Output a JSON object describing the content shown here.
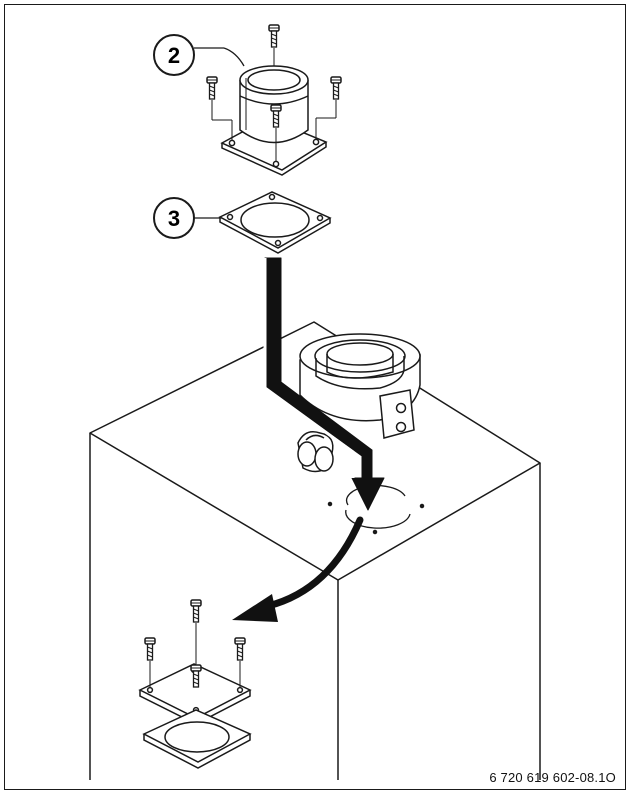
{
  "figure": {
    "callouts": [
      {
        "label": "2",
        "part": "flue-adapter"
      },
      {
        "label": "3",
        "part": "gasket"
      }
    ],
    "reference_code": "6 720 619 602-08.1O"
  },
  "colors": {
    "line": "#1a1a1a",
    "arrow": "#111111",
    "fill": "#ffffff"
  }
}
